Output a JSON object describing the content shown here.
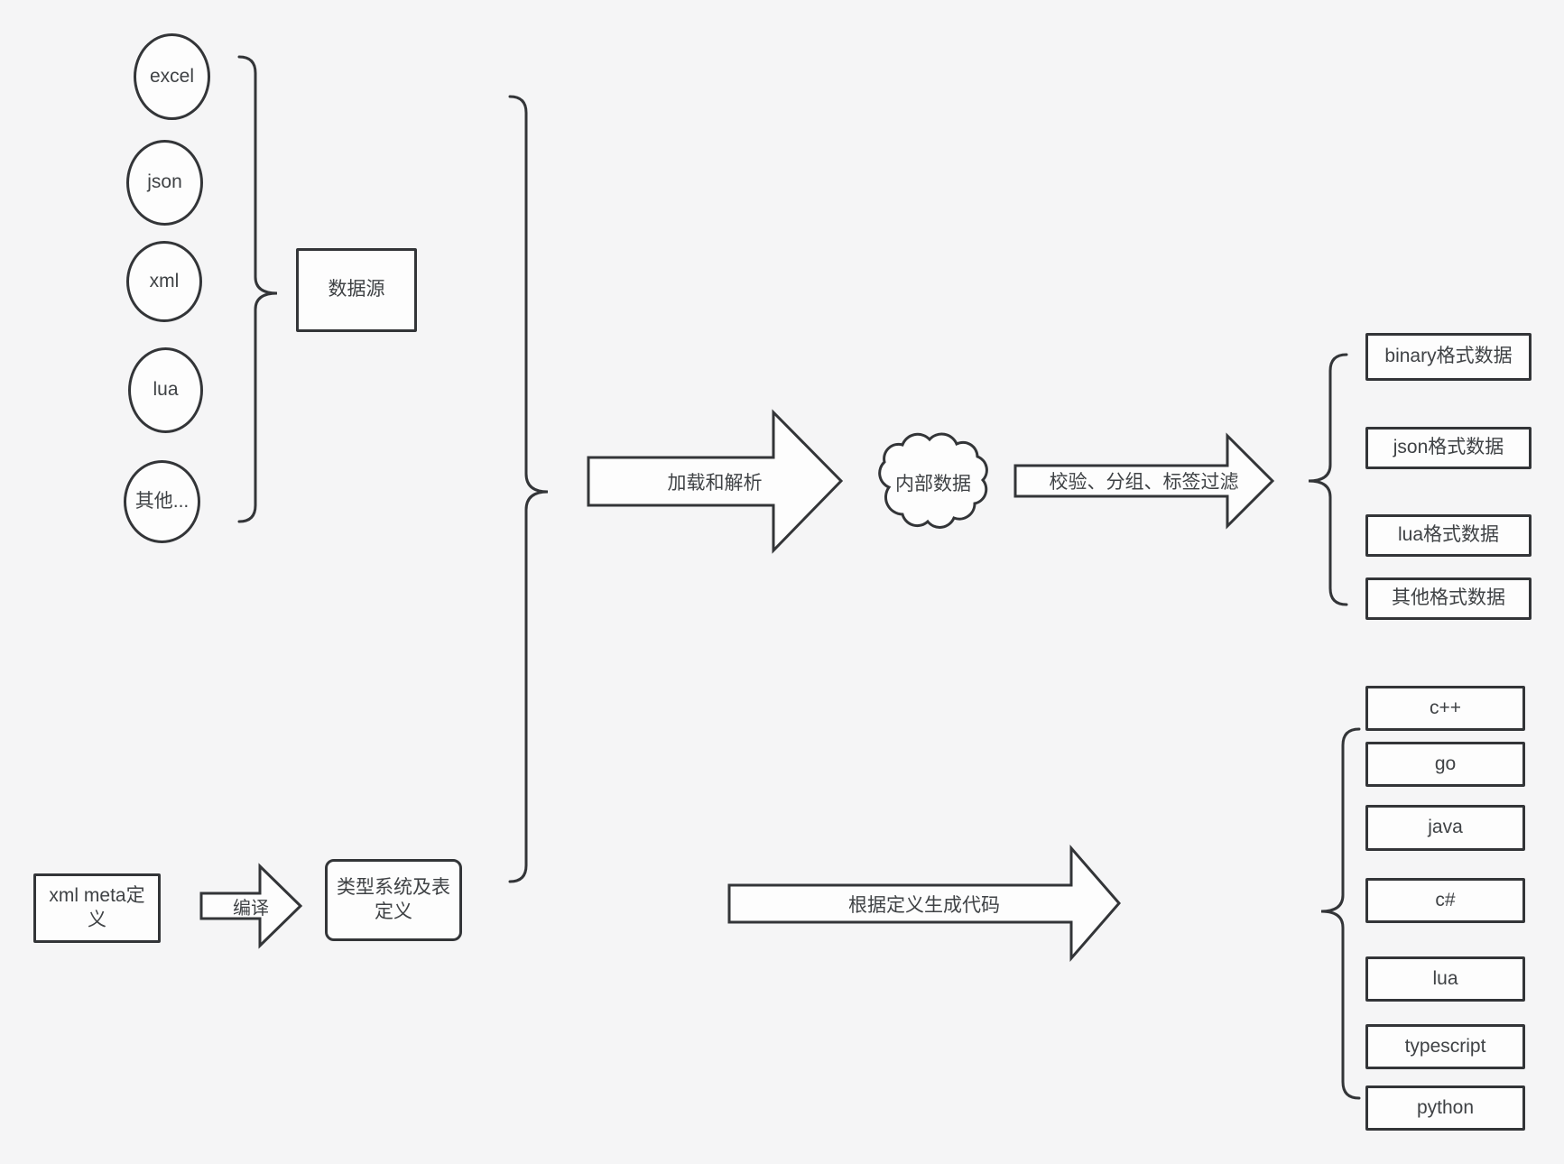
{
  "canvas": {
    "background_color": "#f5f5f6",
    "stroke_color": "#333538",
    "text_color": "#3f4245",
    "shape_fill_color": "#fdfdfd"
  },
  "sources": {
    "nodes": [
      {
        "label": "excel"
      },
      {
        "label": "json"
      },
      {
        "label": "xml"
      },
      {
        "label": "lua"
      },
      {
        "label": "其他..."
      }
    ],
    "group_box": "数据源"
  },
  "definitions": {
    "xml_meta_box": "xml meta定义",
    "compile_arrow": "编译",
    "type_system_box": "类型系统及表定义"
  },
  "flow": {
    "load_arrow": "加载和解析",
    "cloud": "内部数据",
    "filter_arrow": "校验、分组、标签过滤",
    "generate_arrow": "根据定义生成代码"
  },
  "outputs": {
    "formats": [
      {
        "label": "binary格式数据"
      },
      {
        "label": "json格式数据"
      },
      {
        "label": "lua格式数据"
      },
      {
        "label": "其他格式数据"
      }
    ],
    "languages": [
      {
        "label": "c++"
      },
      {
        "label": "go"
      },
      {
        "label": "java"
      },
      {
        "label": "c#"
      },
      {
        "label": "lua"
      },
      {
        "label": "typescript"
      },
      {
        "label": "python"
      }
    ]
  }
}
